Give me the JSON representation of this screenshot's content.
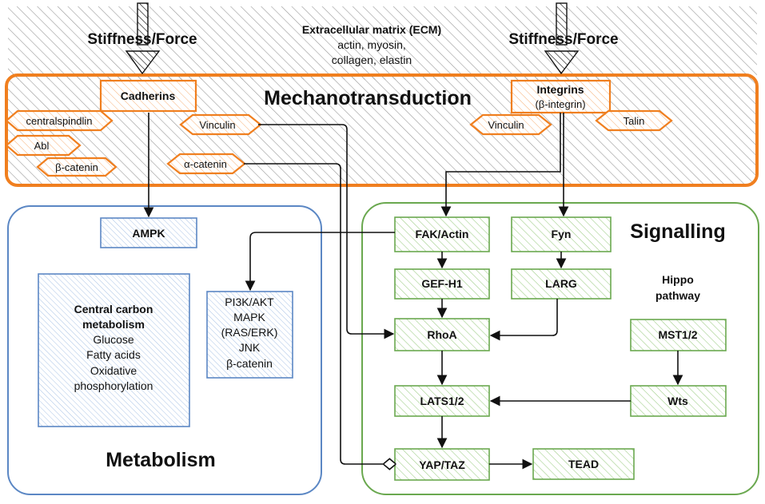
{
  "ecm": {
    "title": "Extracellular matrix (ECM)",
    "line1": "actin, myosin,",
    "line2": "collagen, elastin"
  },
  "stiffness_left": "Stiffness/Force",
  "stiffness_right": "Stiffness/Force",
  "mechanotransduction": {
    "title": "Mechanotransduction",
    "cadherins": "Cadherins",
    "integrins_line1": "Integrins",
    "integrins_line2": "(β-integrin)",
    "proteins": {
      "centralspindlin": "centralspindlin",
      "abl": "Abl",
      "beta_catenin": "β-catenin",
      "vinculin_left": "Vinculin",
      "alpha_catenin": "α-catenin",
      "vinculin_right": "Vinculin",
      "talin": "Talin"
    }
  },
  "metabolism": {
    "title": "Metabolism",
    "ampk": "AMPK",
    "central_lines": [
      "Central carbon",
      "metabolism",
      "Glucose",
      "Fatty acids",
      "Oxidative",
      "phosphorylation"
    ],
    "pathway_lines": [
      "PI3K/AKT",
      "MAPK",
      "(RAS/ERK)",
      "JNK",
      "β-catenin"
    ]
  },
  "signalling": {
    "title": "Signalling",
    "hippo_line1": "Hippo",
    "hippo_line2": "pathway",
    "nodes": {
      "fak_actin": "FAK/Actin",
      "fyn": "Fyn",
      "gef_h1": "GEF-H1",
      "larg": "LARG",
      "rhoa": "RhoA",
      "mst": "MST1/2",
      "lats": "LATS1/2",
      "wts": "Wts",
      "yap_taz": "YAP/TAZ",
      "tead": "TEAD"
    }
  },
  "colors": {
    "mechanotransduction": "#f07f1f",
    "metabolism": "#5b87c4",
    "signalling": "#6aa84f",
    "ecm_hatch": "#9a9a9a"
  }
}
